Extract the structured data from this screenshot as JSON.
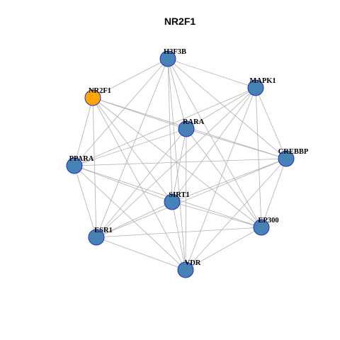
{
  "title": "NR2F1",
  "colors": {
    "query_node": "#FFA500",
    "node": "#4682B4",
    "node_border": "#1F2FD0",
    "edge": "#B0B0B0"
  },
  "nodes": [
    {
      "id": "H3F3B",
      "label": "H3F3B",
      "type": "normal"
    },
    {
      "id": "MAPK1",
      "label": "MAPK1",
      "type": "normal"
    },
    {
      "id": "NR2F1",
      "label": "NR2F1",
      "type": "query"
    },
    {
      "id": "RARA",
      "label": "RARA",
      "type": "normal"
    },
    {
      "id": "CREBBP",
      "label": "CREBBP",
      "type": "normal"
    },
    {
      "id": "PPARA",
      "label": "PPARA",
      "type": "normal"
    },
    {
      "id": "SIRT1",
      "label": "SIRT1",
      "type": "normal"
    },
    {
      "id": "EP300",
      "label": "EP300",
      "type": "normal"
    },
    {
      "id": "ESR1",
      "label": "ESR1",
      "type": "normal"
    },
    {
      "id": "VDR",
      "label": "VDR",
      "type": "normal"
    }
  ],
  "edges": [
    [
      "H3F3B",
      "MAPK1"
    ],
    [
      "H3F3B",
      "NR2F1"
    ],
    [
      "H3F3B",
      "RARA"
    ],
    [
      "H3F3B",
      "CREBBP"
    ],
    [
      "H3F3B",
      "PPARA"
    ],
    [
      "H3F3B",
      "SIRT1"
    ],
    [
      "H3F3B",
      "EP300"
    ],
    [
      "H3F3B",
      "ESR1"
    ],
    [
      "H3F3B",
      "VDR"
    ],
    [
      "MAPK1",
      "RARA"
    ],
    [
      "MAPK1",
      "CREBBP"
    ],
    [
      "MAPK1",
      "PPARA"
    ],
    [
      "MAPK1",
      "SIRT1"
    ],
    [
      "MAPK1",
      "EP300"
    ],
    [
      "MAPK1",
      "ESR1"
    ],
    [
      "MAPK1",
      "VDR"
    ],
    [
      "NR2F1",
      "RARA"
    ],
    [
      "NR2F1",
      "CREBBP"
    ],
    [
      "NR2F1",
      "PPARA"
    ],
    [
      "NR2F1",
      "SIRT1"
    ],
    [
      "NR2F1",
      "EP300"
    ],
    [
      "NR2F1",
      "ESR1"
    ],
    [
      "NR2F1",
      "VDR"
    ],
    [
      "RARA",
      "CREBBP"
    ],
    [
      "RARA",
      "PPARA"
    ],
    [
      "RARA",
      "SIRT1"
    ],
    [
      "RARA",
      "EP300"
    ],
    [
      "RARA",
      "ESR1"
    ],
    [
      "RARA",
      "VDR"
    ],
    [
      "CREBBP",
      "PPARA"
    ],
    [
      "CREBBP",
      "SIRT1"
    ],
    [
      "CREBBP",
      "EP300"
    ],
    [
      "CREBBP",
      "ESR1"
    ],
    [
      "CREBBP",
      "VDR"
    ],
    [
      "PPARA",
      "SIRT1"
    ],
    [
      "PPARA",
      "EP300"
    ],
    [
      "PPARA",
      "ESR1"
    ],
    [
      "PPARA",
      "VDR"
    ],
    [
      "SIRT1",
      "EP300"
    ],
    [
      "SIRT1",
      "ESR1"
    ],
    [
      "SIRT1",
      "VDR"
    ],
    [
      "EP300",
      "ESR1"
    ],
    [
      "EP300",
      "VDR"
    ],
    [
      "ESR1",
      "VDR"
    ]
  ]
}
